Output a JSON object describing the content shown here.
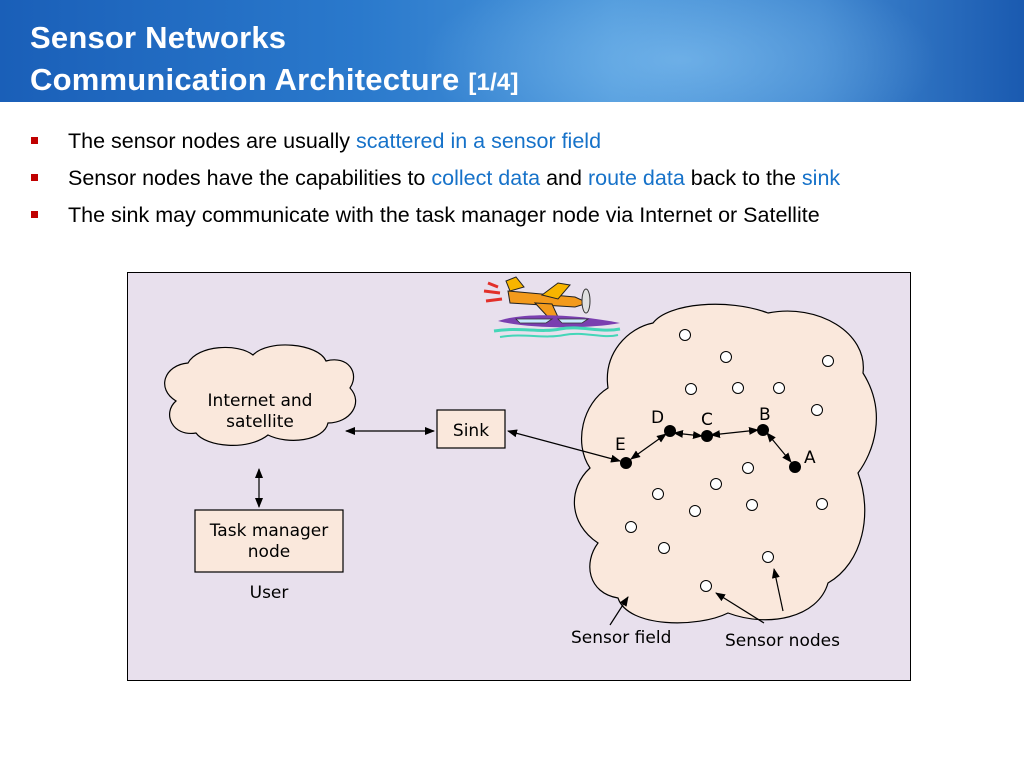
{
  "slide": {
    "title_line1": "Sensor Networks",
    "title_line2": "Communication Architecture",
    "title_suffix": "[1/4]"
  },
  "bullets": [
    {
      "parts": [
        {
          "text": "The sensor nodes are usually ",
          "hl": false
        },
        {
          "text": "scattered in a sensor field",
          "hl": true
        }
      ]
    },
    {
      "parts": [
        {
          "text": "Sensor nodes have the capabilities to ",
          "hl": false
        },
        {
          "text": "collect data",
          "hl": true
        },
        {
          "text": " and ",
          "hl": false
        },
        {
          "text": "route data",
          "hl": true
        },
        {
          "text": " back to the ",
          "hl": false
        },
        {
          "text": "sink",
          "hl": true
        }
      ]
    },
    {
      "parts": [
        {
          "text": "The sink may communicate with the task manager node via Internet or Satellite",
          "hl": false
        }
      ]
    }
  ],
  "diagram": {
    "internet_line1": "Internet and",
    "internet_line2": "satellite",
    "sink": "Sink",
    "task_line1": "Task manager",
    "task_line2": "node",
    "user": "User",
    "sensor_field": "Sensor field",
    "sensor_nodes": "Sensor nodes",
    "nodes": {
      "a": "A",
      "b": "B",
      "c": "C",
      "d": "D",
      "e": "E"
    }
  },
  "colors": {
    "accent_red": "#c00000",
    "highlight_blue": "#1672c9",
    "figure_bg": "#e8e0ed",
    "field_fill": "#fae8dc"
  }
}
